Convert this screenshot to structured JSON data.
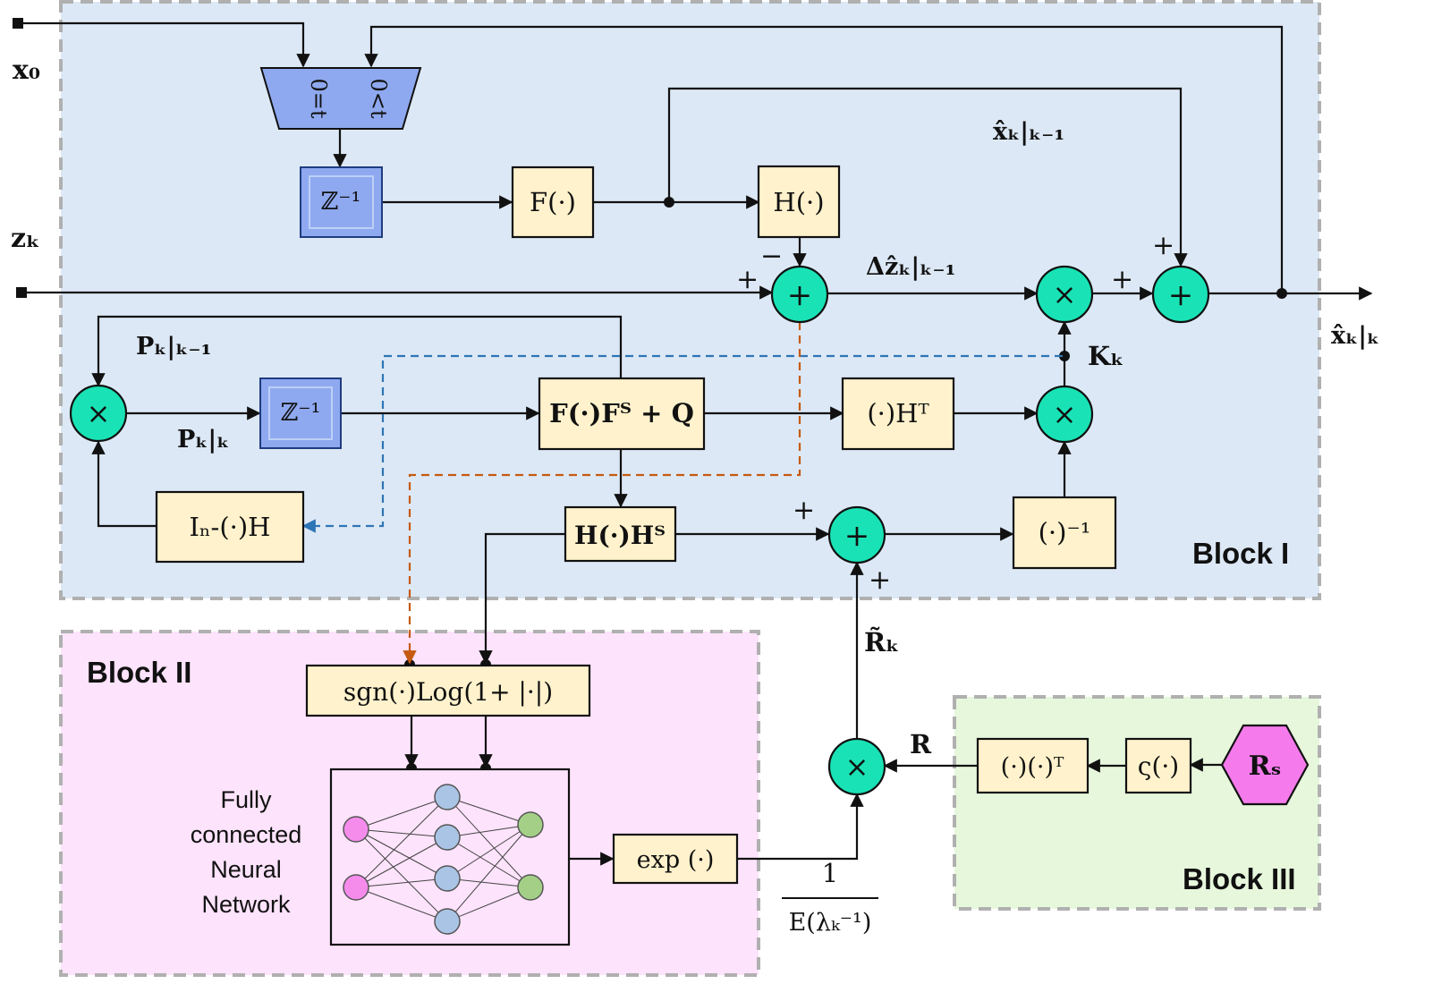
{
  "blocks": {
    "block1": "Block I",
    "block2": "Block II",
    "block3": "Block III"
  },
  "nodes": {
    "F": "F(·)",
    "H": "H(·)",
    "FFQ": "F(·)Fᵀ + Q",
    "HT": "(·)Hᵀ",
    "HHT": "H(·)Hᵀ",
    "inv": "(·)⁻¹",
    "IH": "Iₙ-(·)H",
    "sgnlog": "sgn(·)Log(1+ |·|)",
    "exp": "exp (·)",
    "outer": "(·)(·)ᵀ",
    "vsig": "ς(·)",
    "Rs": "Rₛ",
    "z1": "ℤ⁻¹",
    "z2": "ℤ⁻¹",
    "mux_a": "0=t",
    "mux_b": "0<t"
  },
  "signals": {
    "x0": "x₀",
    "zk": "zₖ",
    "xhat_pred": "x̂ₖ|ₖ₋₁",
    "dz": "Δẑₖ|ₖ₋₁",
    "xhat_out": "x̂ₖ|ₖ",
    "Kk": "Kₖ",
    "P_pred": "Pₖ|ₖ₋₁",
    "P_post": "Pₖ|ₖ",
    "Rtilde": "R̃ₖ",
    "R": "R",
    "frac_num": "1",
    "frac_den": "E(λₖ⁻¹)"
  },
  "nn_label": [
    "Fully",
    "connected",
    "Neural",
    "Network"
  ],
  "signs": {
    "plus": "+",
    "minus": "−",
    "plus_op": "+",
    "times_op": "×"
  },
  "colors": {
    "block1_bg": "#dce8f5",
    "block2_bg": "#fde3fb",
    "block3_bg": "#e6f7dc",
    "operator": "#19e3b6",
    "node_box": "#fff2cc",
    "delay_box": "#8fa9f0",
    "Rs_hex": "#f57bec",
    "nn_input": "#f58cec",
    "nn_hidden": "#aac4e6",
    "nn_output": "#a3cf87",
    "kgain_path": "#2e75b6",
    "innov_path": "#c55a11"
  }
}
